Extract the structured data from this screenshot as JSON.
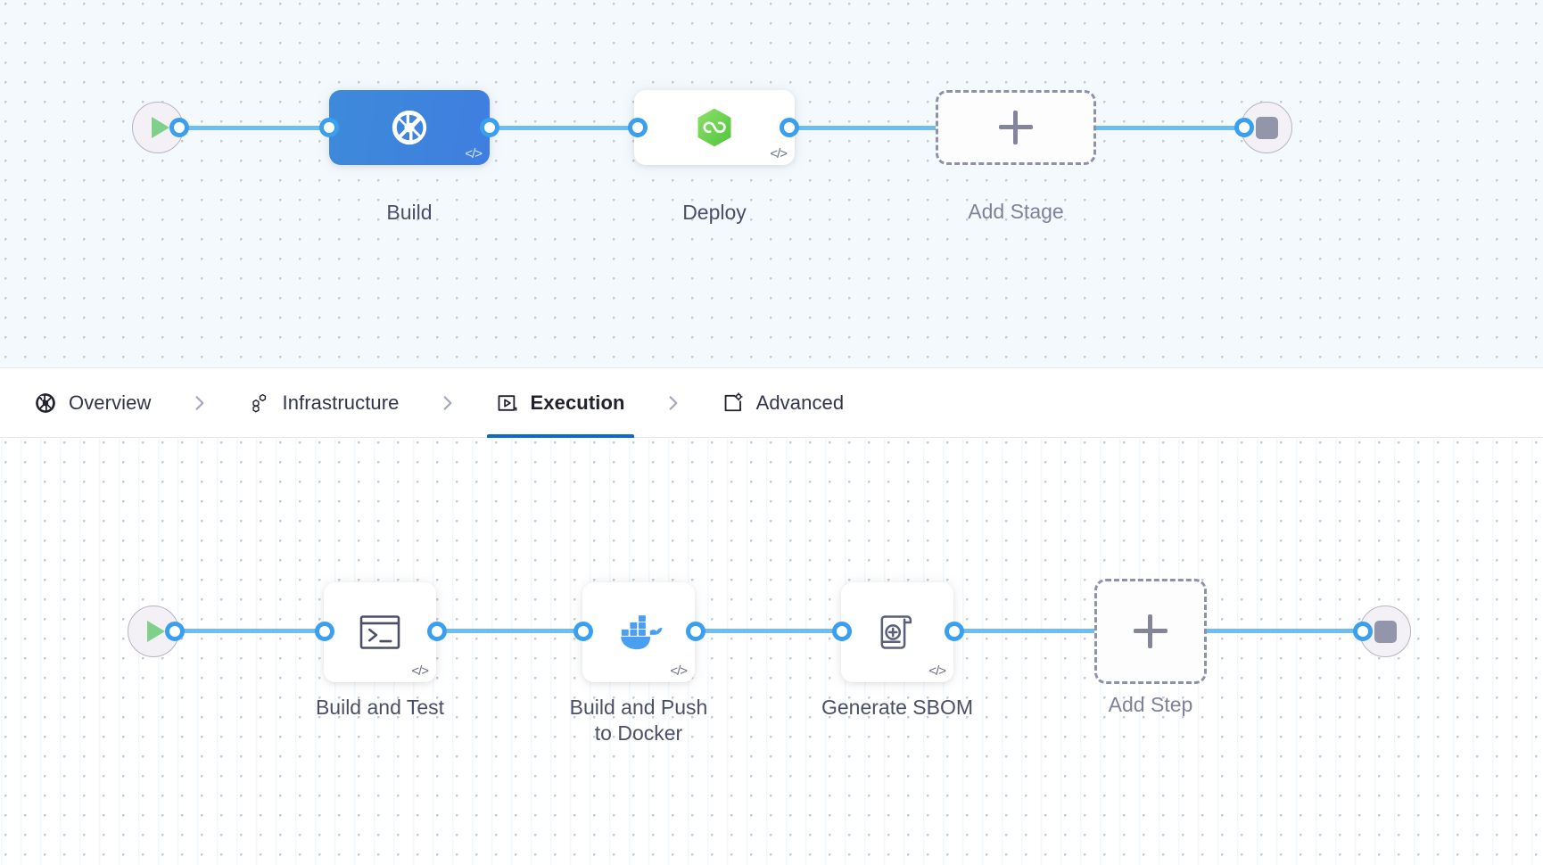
{
  "stage_graph": {
    "name": "pipeline-stage-graph",
    "start_node": {
      "icon": "play-icon",
      "label": ""
    },
    "end_node": {
      "icon": "stop-icon",
      "label": ""
    },
    "nodes": [
      {
        "id": "build",
        "label": "Build",
        "icon": "harness-ci-icon",
        "badge": "</>",
        "selected": true,
        "type": "stage"
      },
      {
        "id": "deploy",
        "label": "Deploy",
        "icon": "harness-cd-icon",
        "badge": "</>",
        "selected": false,
        "type": "stage"
      },
      {
        "id": "add-stage",
        "label": "Add Stage",
        "icon": "plus-icon",
        "badge": "",
        "selected": false,
        "type": "add"
      }
    ]
  },
  "tabs": {
    "name": "stage-config-tabs",
    "items": [
      {
        "id": "overview",
        "label": "Overview",
        "icon": "overview-icon",
        "active": false
      },
      {
        "id": "infrastructure",
        "label": "Infrastructure",
        "icon": "infrastructure-icon",
        "active": false
      },
      {
        "id": "execution",
        "label": "Execution",
        "icon": "execution-icon",
        "active": true
      },
      {
        "id": "advanced",
        "label": "Advanced",
        "icon": "advanced-icon",
        "active": false
      }
    ],
    "separator_icon": "chevron-right-icon"
  },
  "step_graph": {
    "name": "stage-execution-graph",
    "start_node": {
      "icon": "play-icon",
      "label": ""
    },
    "end_node": {
      "icon": "stop-icon",
      "label": ""
    },
    "nodes": [
      {
        "id": "build-and-test",
        "label": "Build and Test",
        "icon": "terminal-icon",
        "badge": "</>",
        "type": "step"
      },
      {
        "id": "build-and-push-docker",
        "label": "Build and Push\nto Docker",
        "icon": "docker-icon",
        "badge": "</>",
        "type": "step"
      },
      {
        "id": "generate-sbom",
        "label": "Generate SBOM",
        "icon": "scroll-plus-icon",
        "badge": "</>",
        "type": "step"
      },
      {
        "id": "add-step",
        "label": "Add Step",
        "icon": "plus-icon",
        "badge": "",
        "type": "add"
      }
    ]
  },
  "colors": {
    "accent_blue": "#3b9ff0",
    "edge_blue": "#6fbdf0",
    "selected_stage": "#3f7ee0",
    "active_tab_underline": "#0a6cc9",
    "docker_blue": "#4a9ff0",
    "harness_cd_green": "#6ed056",
    "start_green": "#7ed08a",
    "stop_gray": "#9396ab",
    "label_text": "#4b4e68",
    "canvas_top_bg": "#f4f9fd",
    "canvas_bottom_bg": "#ffffff"
  }
}
